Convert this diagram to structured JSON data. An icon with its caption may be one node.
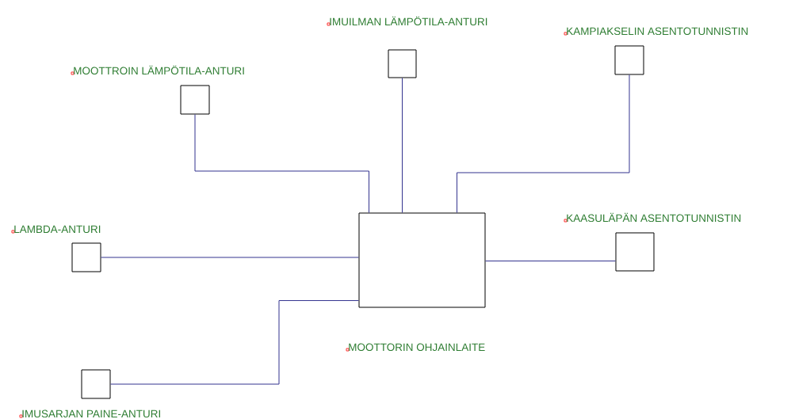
{
  "diagram": {
    "nodes": [
      {
        "text": [
          "MOOTTROIN LÄMPÖTILA-ANTURI"
        ]
      },
      {
        "text": [
          "IMUILMAN LÄMPÖTILA-ANTURI"
        ]
      },
      {
        "text": [
          "KAMPIAKSELIN ASENTOTUNNISTIN"
        ]
      },
      {
        "text": [
          "LAMBDA-ANTURI"
        ]
      },
      {
        "text": [
          "KAASULÄPÄN ASENTOTUNNISTIN"
        ]
      },
      {
        "text": [
          "MOOTTORIN OHJAINLAITE"
        ]
      },
      {
        "text": [
          "IMUSARJAN PAINE-ANTURI"
        ]
      }
    ],
    "edges": [
      {
        "from": 0,
        "to": 5,
        "arrow": "none"
      },
      {
        "from": 1,
        "to": 5,
        "arrow": "none"
      },
      {
        "from": 2,
        "to": 5,
        "arrow": "none"
      },
      {
        "from": 3,
        "to": 5,
        "arrow": "none"
      },
      {
        "from": 5,
        "to": 4,
        "arrow": "none"
      },
      {
        "from": 6,
        "to": 5,
        "arrow": "none"
      }
    ]
  }
}
